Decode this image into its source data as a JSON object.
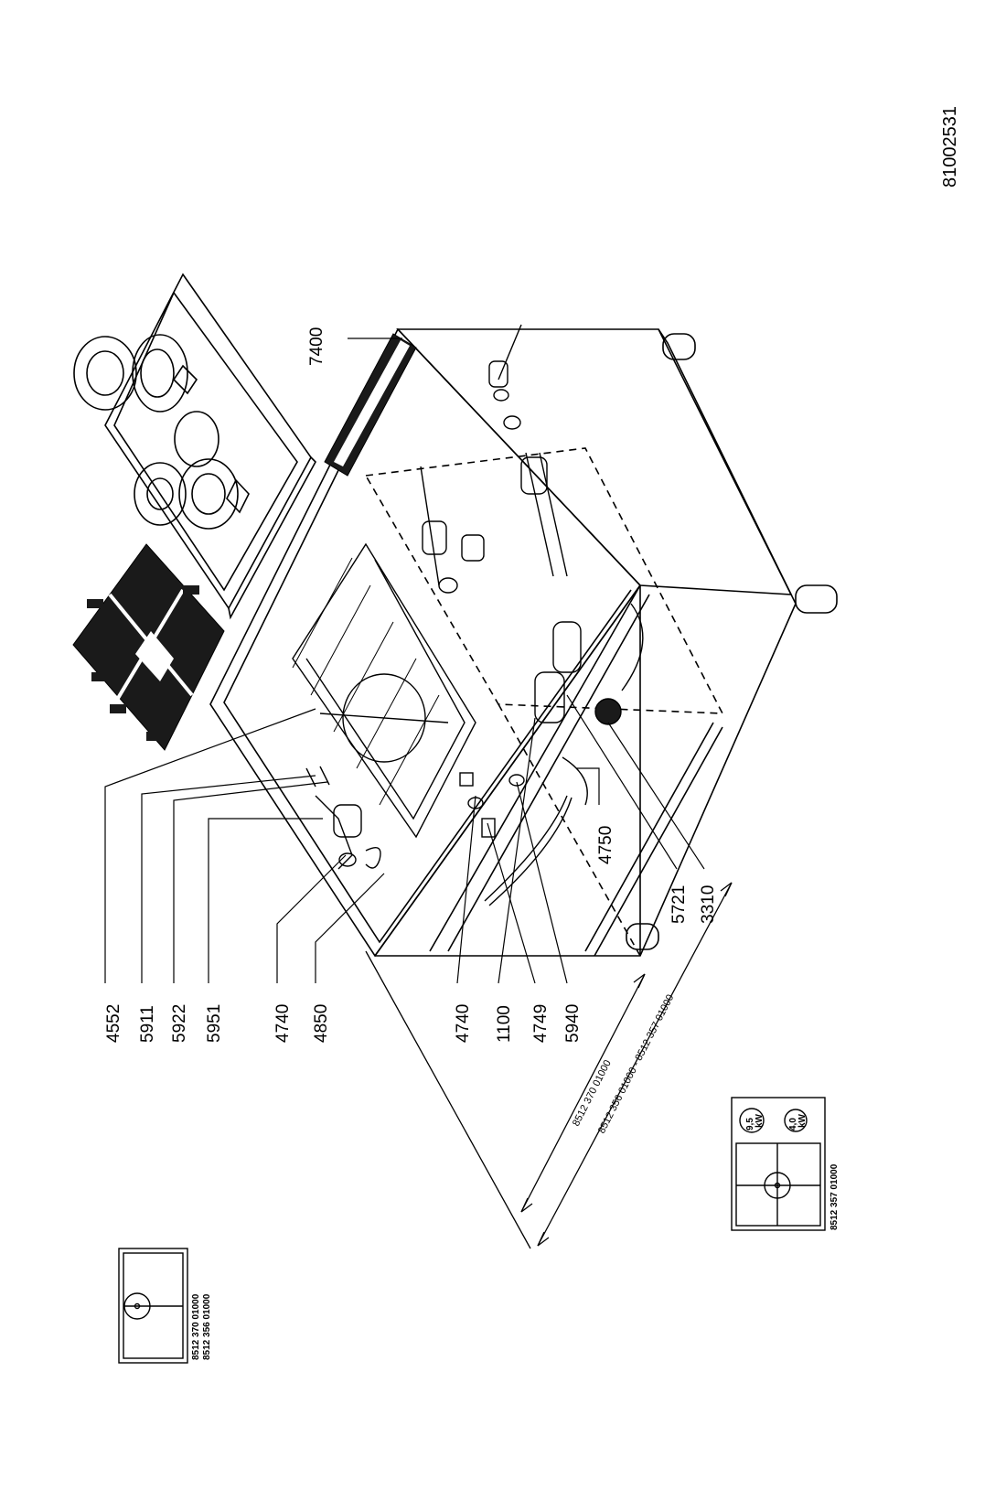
{
  "document_id": "81002531",
  "part_labels": [
    "4552",
    "5911",
    "5922",
    "5951",
    "4740",
    "4850",
    "4740",
    "1100",
    "4749",
    "5940",
    "4750",
    "5721",
    "3310",
    "7400"
  ],
  "dimension_labels": {
    "upper": "8512 370 01000",
    "lower": "8512 356 01000 - 8512 357 01000"
  },
  "variant_left": {
    "codes": [
      "8512 370 01000",
      "8512 356 01000"
    ]
  },
  "variant_right": {
    "codes": [
      "8512 357 01000"
    ],
    "power_badges": [
      {
        "value": "9,5",
        "unit": "kW"
      },
      {
        "value": "4,0",
        "unit": "kW"
      }
    ]
  },
  "colors": {
    "ink": "#000000",
    "paper": "#ffffff",
    "fill_dark": "#1a1a1a"
  }
}
